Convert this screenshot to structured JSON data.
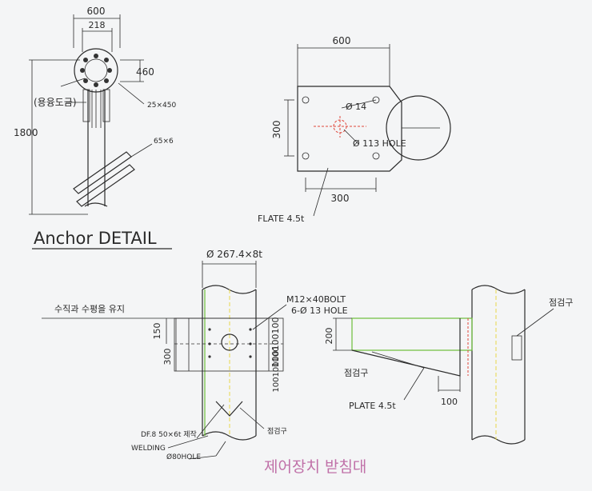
{
  "anchor": {
    "dim_width": "600",
    "dim_inner": "218",
    "dim_side": "460",
    "dim_height": "1800",
    "coating": "(용융도금)",
    "bolt_spec": "25×450",
    "angle_spec": "65×6",
    "title": "Anchor DETAIL"
  },
  "plate": {
    "dim_width": "600",
    "dim_height": "300",
    "dim_bottom": "300",
    "hole_small": "Ø 14",
    "hole_big": "Ø 113 HOLE",
    "plate_label": "FLATE 4.5t"
  },
  "front": {
    "pipe": "Ø 267.4×8t",
    "level_note": "수직과 수평을 유지",
    "bolt": "M12×40BOLT",
    "holes": "6-Ø 13 HOLE",
    "dim_150": "150",
    "dim_300": "300",
    "dim_stack": "100100100",
    "dim_stack2": "100100100",
    "df_note": "DF.8 50×6t 제작",
    "welding": "WELDING",
    "hole80": "Ø80HOLE",
    "inspect": "점검구"
  },
  "side": {
    "inspect_top": "점검구",
    "dim_200": "200",
    "inspect_mid": "점검구",
    "plate_label": "PLATE 4.5t",
    "dim_100": "100"
  },
  "title": "제어장치 받침대",
  "colors": {
    "title": "#c070a8",
    "green": "#6cbf3a",
    "red": "#e0463a",
    "yellow": "#e9d84a"
  }
}
